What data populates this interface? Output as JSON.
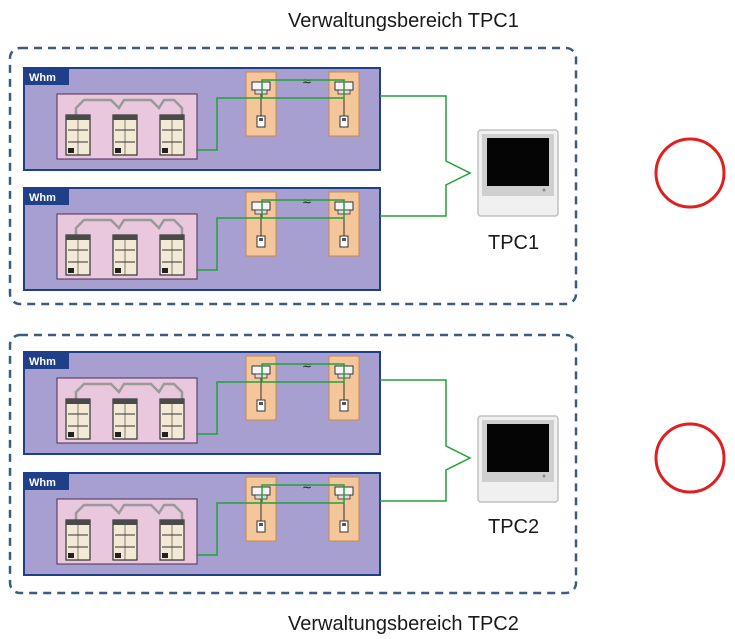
{
  "areas": [
    {
      "title": "Verwaltungsbereich TPC1",
      "controller_label": "TPC1",
      "systems": [
        {
          "tag": "Whm",
          "outdoor_units": 3,
          "indoor_units": 2,
          "break_symbol": "≈"
        },
        {
          "tag": "Whm",
          "outdoor_units": 3,
          "indoor_units": 2,
          "break_symbol": "≈"
        }
      ],
      "status": "ok-circle"
    },
    {
      "title": "Verwaltungsbereich TPC2",
      "controller_label": "TPC2",
      "systems": [
        {
          "tag": "Whm",
          "outdoor_units": 3,
          "indoor_units": 2,
          "break_symbol": "≈"
        },
        {
          "tag": "Whm",
          "outdoor_units": 3,
          "indoor_units": 2,
          "break_symbol": "≈"
        }
      ],
      "status": "ok-circle"
    }
  ],
  "colors": {
    "area_border": "#3d5a80",
    "system_fill": "#a79fd0",
    "system_border": "#1f3f88",
    "tag_fill": "#1f3f88",
    "outdoor_group_fill": "#e9c7dd",
    "indoor_fill": "#f5c69a",
    "wire": "#22a03a",
    "refrigerant_pipe": "#9a9a9a",
    "status_circle": "#e02020"
  }
}
